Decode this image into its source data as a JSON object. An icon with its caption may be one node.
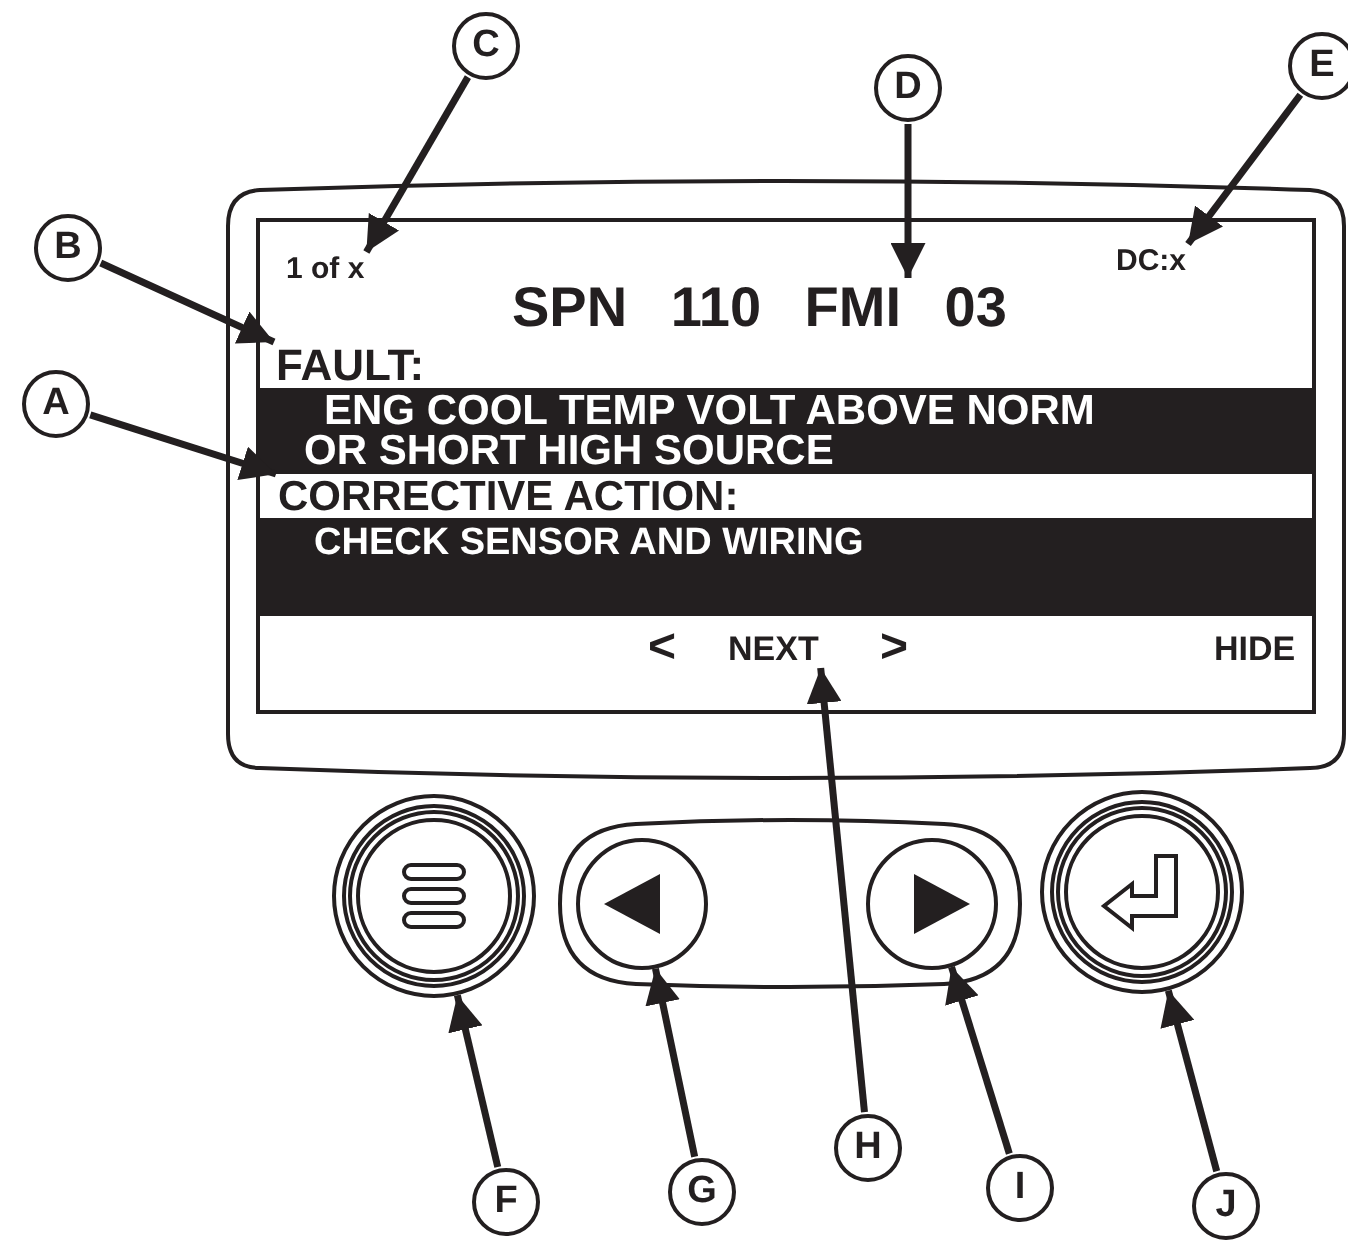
{
  "diagram": {
    "nodes": [
      {
        "text": [
          "A"
        ]
      },
      {
        "text": [
          "B"
        ]
      },
      {
        "text": [
          "C"
        ]
      },
      {
        "text": [
          "D"
        ]
      },
      {
        "text": [
          "E"
        ]
      },
      {
        "text": [
          "F"
        ]
      },
      {
        "text": [
          "G"
        ]
      },
      {
        "text": [
          "H"
        ]
      },
      {
        "text": [
          "I"
        ]
      },
      {
        "text": [
          "J"
        ]
      },
      {
        "text": [
          "1 of x"
        ]
      },
      {
        "text": [
          "SPN 110 FMI 03"
        ]
      },
      {
        "text": [
          "DC:x"
        ]
      },
      {
        "text": [
          "FAULT:"
        ]
      },
      {
        "text": [
          "CORRECTIVE ACTION:"
        ]
      },
      {
        "text": [
          "NEXT"
        ]
      },
      {
        "text": [],
        "shape": "circle"
      },
      {
        "text": [],
        "shape": "circle"
      },
      {
        "text": [],
        "shape": "circle"
      },
      {
        "text": [],
        "shape": "circle"
      }
    ],
    "edges": [
      {
        "from": 0,
        "to": 14,
        "arrow": "to"
      },
      {
        "from": 1,
        "to": 13,
        "arrow": "to"
      },
      {
        "from": 2,
        "to": 10,
        "arrow": "to"
      },
      {
        "from": 3,
        "to": 11,
        "arrow": "to"
      },
      {
        "from": 4,
        "to": 12,
        "arrow": "to"
      },
      {
        "from": 5,
        "to": 16,
        "arrow": "to"
      },
      {
        "from": 6,
        "to": 17,
        "arrow": "to"
      },
      {
        "from": 7,
        "to": 15,
        "arrow": "to"
      },
      {
        "from": 8,
        "to": 18,
        "arrow": "to"
      },
      {
        "from": 9,
        "to": 19,
        "arrow": "to"
      }
    ],
    "labels": [
      "ENG COOL TEMP VOLT ABOVE NORM OR SHORT HIGH SOURCE",
      "CHECK SENSOR AND WIRING",
      "<",
      ">",
      "HIDE"
    ]
  }
}
